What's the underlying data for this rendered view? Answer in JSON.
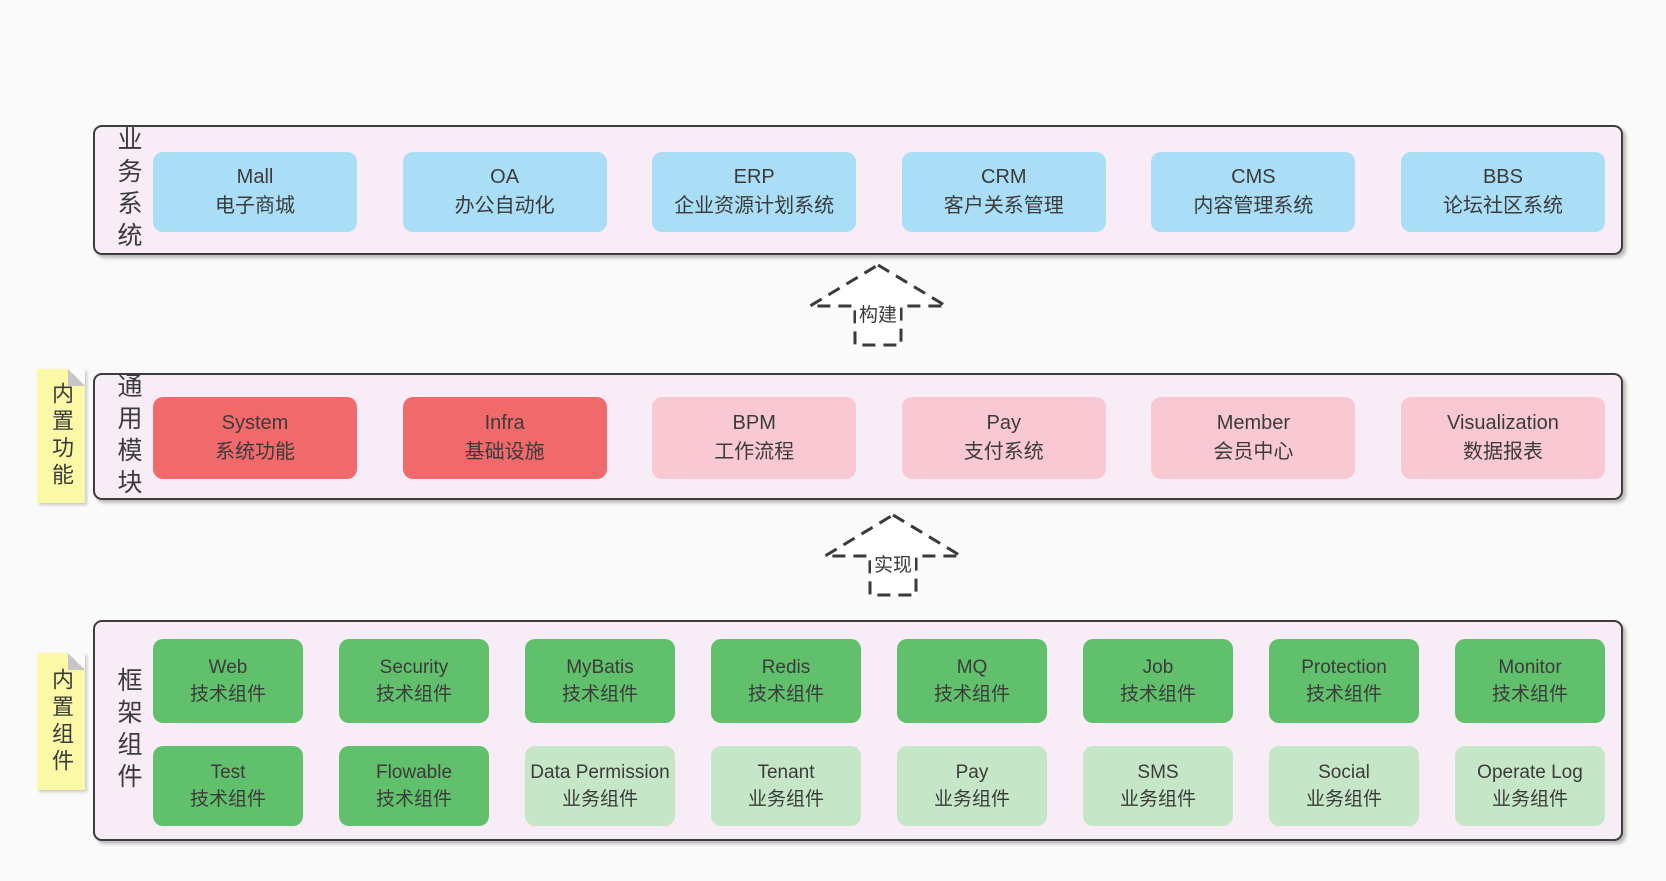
{
  "bands": {
    "business": {
      "label": "业务系统",
      "boxes": [
        {
          "name": "mall",
          "label": "Mall\n电子商城"
        },
        {
          "name": "oa",
          "label": "OA\n办公自动化"
        },
        {
          "name": "erp",
          "label": "ERP\n企业资源计划系统"
        },
        {
          "name": "crm",
          "label": "CRM\n客户关系管理"
        },
        {
          "name": "cms",
          "label": "CMS\n内容管理系统"
        },
        {
          "name": "bbs",
          "label": "BBS\n论坛社区系统"
        }
      ]
    },
    "modules": {
      "label": "通用模块",
      "tag": "内置功能",
      "boxes": [
        {
          "name": "system",
          "label": "System\n系统功能",
          "variant": "red"
        },
        {
          "name": "infra",
          "label": "Infra\n基础设施",
          "variant": "red"
        },
        {
          "name": "bpm",
          "label": "BPM\n工作流程",
          "variant": "pink"
        },
        {
          "name": "pay",
          "label": "Pay\n支付系统",
          "variant": "pink"
        },
        {
          "name": "member",
          "label": "Member\n会员中心",
          "variant": "pink"
        },
        {
          "name": "visualization",
          "label": "Visualization\n数据报表",
          "variant": "pink"
        }
      ]
    },
    "components": {
      "label": "框架组件",
      "tag": "内置组件",
      "rows": [
        [
          {
            "name": "web",
            "label": "Web\n技术组件",
            "variant": "green"
          },
          {
            "name": "security",
            "label": "Security\n技术组件",
            "variant": "green"
          },
          {
            "name": "mybatis",
            "label": "MyBatis\n技术组件",
            "variant": "green"
          },
          {
            "name": "redis",
            "label": "Redis\n技术组件",
            "variant": "green"
          },
          {
            "name": "mq",
            "label": "MQ\n技术组件",
            "variant": "green"
          },
          {
            "name": "job",
            "label": "Job\n技术组件",
            "variant": "green"
          },
          {
            "name": "protection",
            "label": "Protection\n技术组件",
            "variant": "green"
          },
          {
            "name": "monitor",
            "label": "Monitor\n技术组件",
            "variant": "green"
          }
        ],
        [
          {
            "name": "test",
            "label": "Test\n技术组件",
            "variant": "green"
          },
          {
            "name": "flowable",
            "label": "Flowable\n技术组件",
            "variant": "green"
          },
          {
            "name": "data-permission",
            "label": "Data Permission\n业务组件",
            "variant": "lightgreen"
          },
          {
            "name": "tenant",
            "label": "Tenant\n业务组件",
            "variant": "lightgreen"
          },
          {
            "name": "pay",
            "label": "Pay\n业务组件",
            "variant": "lightgreen"
          },
          {
            "name": "sms",
            "label": "SMS\n业务组件",
            "variant": "lightgreen"
          },
          {
            "name": "social",
            "label": "Social\n业务组件",
            "variant": "lightgreen"
          },
          {
            "name": "operate-log",
            "label": "Operate Log\n业务组件",
            "variant": "lightgreen"
          }
        ]
      ]
    }
  },
  "arrows": {
    "build": {
      "label": "构建"
    },
    "implement": {
      "label": "实现"
    }
  },
  "colors": {
    "page_background": "#fafafa",
    "band_background": "#f8edf6",
    "band_border": "#3d3d3d",
    "business_box": "#a9def6",
    "module_box_red": "#f0696b",
    "module_box_pink": "#f9c9d3",
    "component_box_green": "#61c06c",
    "component_box_lightgreen": "#c5e7c7",
    "tag_yellow": "#fbf9a5",
    "tag_fold_gray": "#c6c6c6",
    "text": "#3b3b3b",
    "arrow_stroke": "#3a3a3a"
  }
}
